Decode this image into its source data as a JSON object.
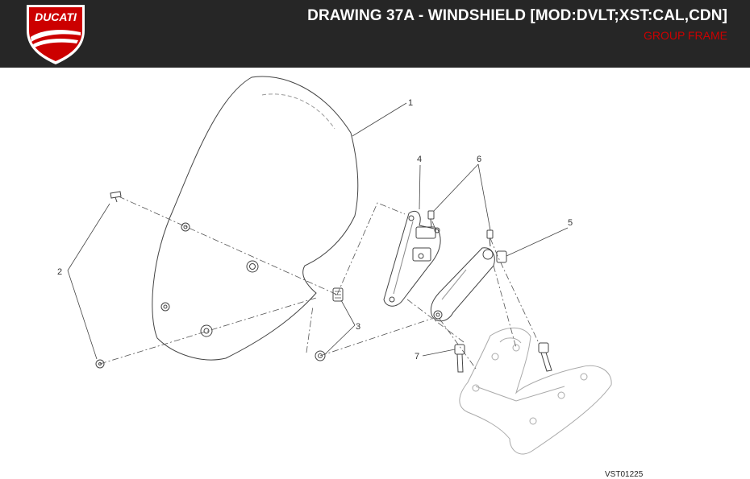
{
  "header": {
    "brand": "DUCATI",
    "title": "DRAWING 37A - WINDSHIELD [MOD:DVLT;XST:CAL,CDN]",
    "subtitle": "GROUP FRAME",
    "colors": {
      "background": "#262626",
      "accent": "#cc0000",
      "title": "#ffffff"
    }
  },
  "drawing": {
    "reference_code": "VST01225",
    "callouts": [
      {
        "id": "1",
        "label": "1"
      },
      {
        "id": "2",
        "label": "2"
      },
      {
        "id": "3",
        "label": "3"
      },
      {
        "id": "4",
        "label": "4"
      },
      {
        "id": "5",
        "label": "5"
      },
      {
        "id": "6",
        "label": "6"
      },
      {
        "id": "7",
        "label": "7"
      }
    ]
  }
}
